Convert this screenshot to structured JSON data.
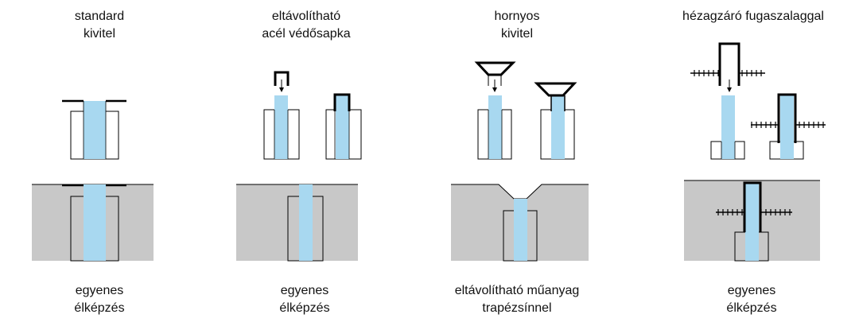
{
  "columns": [
    {
      "title": [
        "standard",
        "kivitel"
      ],
      "caption": [
        "egyenes",
        "élképzés"
      ]
    },
    {
      "title": [
        "eltávolítható",
        "acél védősapka"
      ],
      "caption": [
        "egyenes",
        "élképzés"
      ]
    },
    {
      "title": [
        "hornyos",
        "kivitel"
      ],
      "caption": [
        "eltávolítható műanyag",
        "trapézsínnel"
      ]
    },
    {
      "title": [
        "hézagzáró fugaszalaggal"
      ],
      "caption": [
        "egyenes",
        "élképzés"
      ]
    }
  ],
  "colors": {
    "insert": "#a8d8f0",
    "concrete": "#c8c8c8",
    "line": "#000000"
  }
}
